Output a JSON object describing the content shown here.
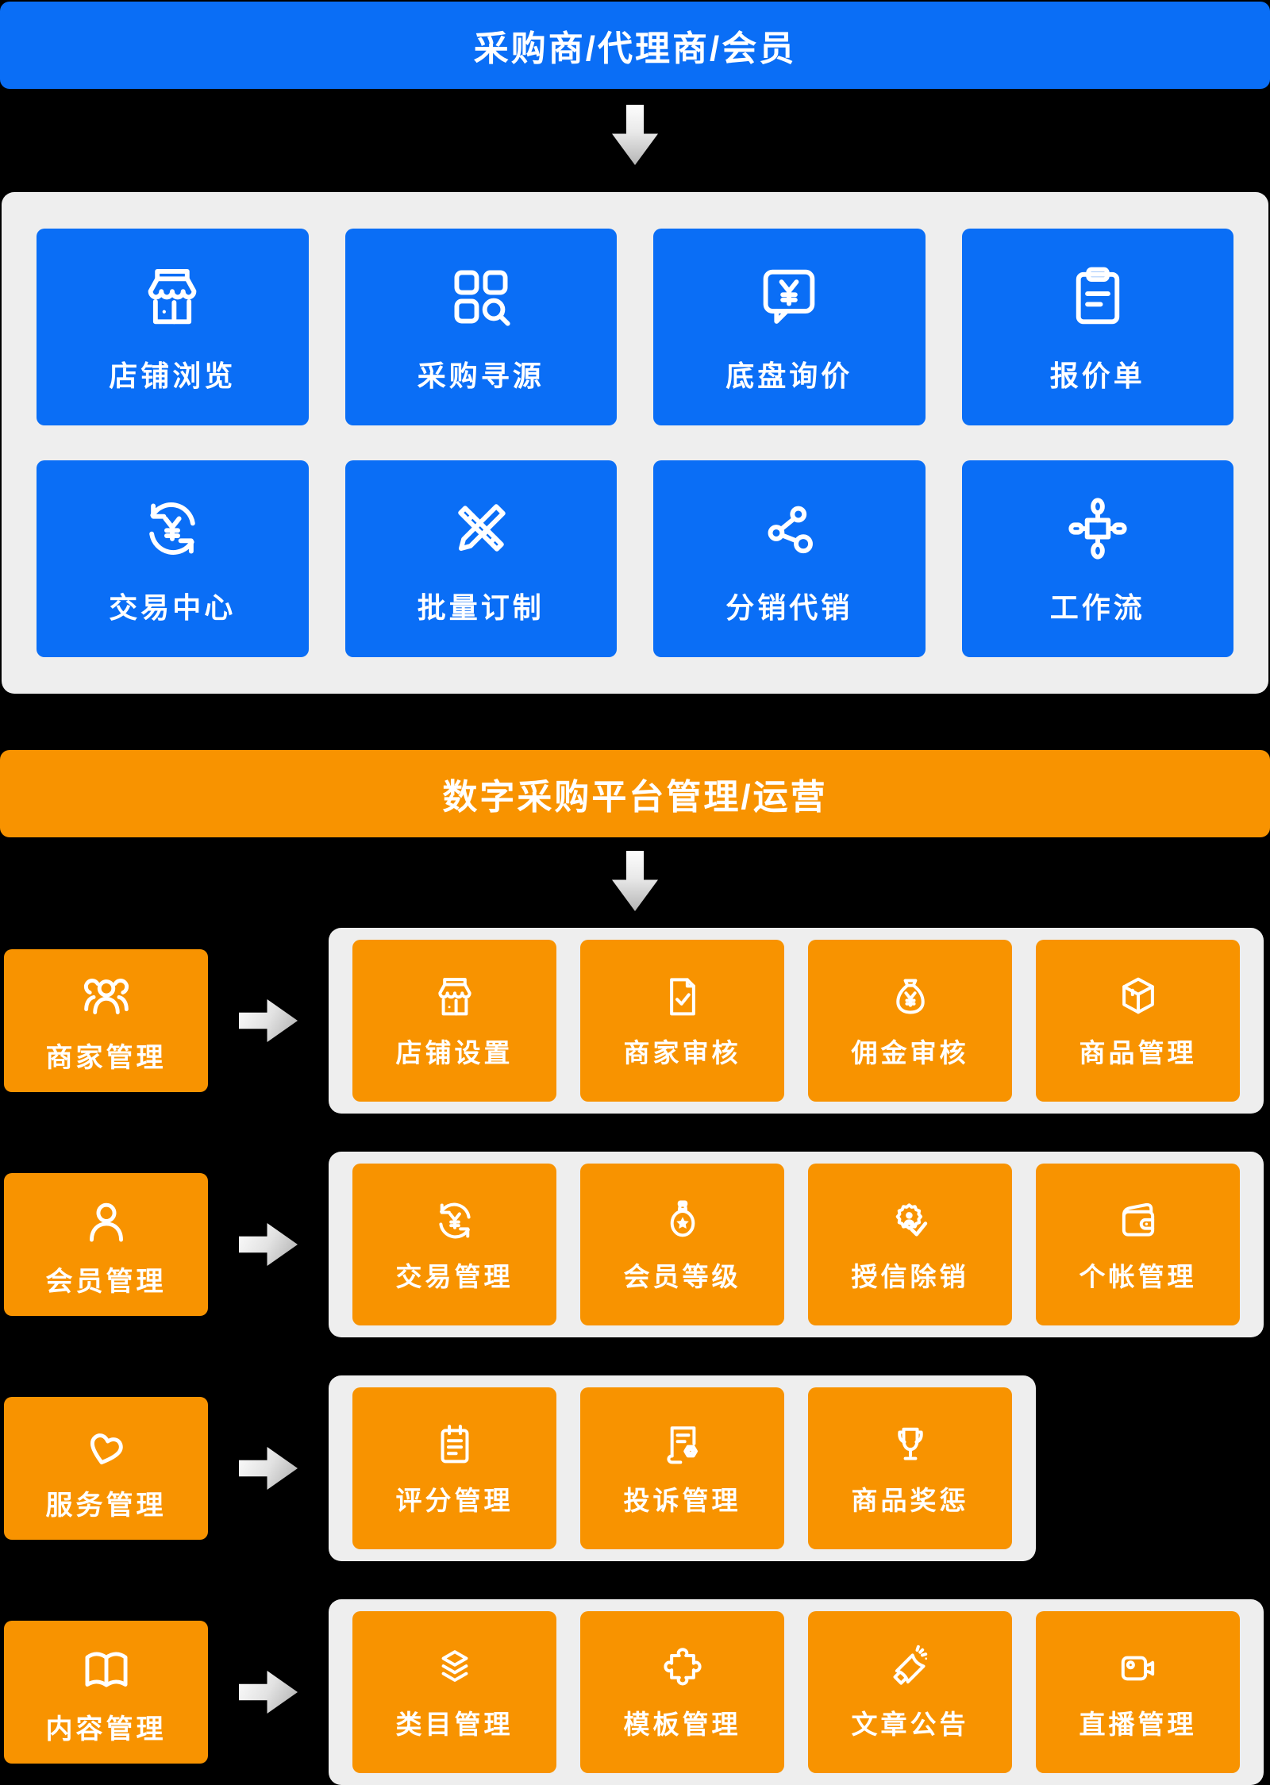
{
  "colors": {
    "background": "#000000",
    "blue": "#0a6ef6",
    "orange": "#f89300",
    "panel_gray": "#eeeeee",
    "arrow_gray": "#c9c9c9",
    "text_white": "#ffffff"
  },
  "buyer_header": {
    "label": "采购商/代理商/会员"
  },
  "buyer_panel": {
    "tiles": [
      {
        "label": "店铺浏览",
        "icon": "storefront"
      },
      {
        "label": "采购寻源",
        "icon": "sourcing-grid"
      },
      {
        "label": "底盘询价",
        "icon": "price-bubble"
      },
      {
        "label": "报价单",
        "icon": "clipboard"
      },
      {
        "label": "交易中心",
        "icon": "trade-refresh"
      },
      {
        "label": "批量订制",
        "icon": "pencil-ruler"
      },
      {
        "label": "分销代销",
        "icon": "share-nodes"
      },
      {
        "label": "工作流",
        "icon": "workflow"
      }
    ]
  },
  "platform_header": {
    "label": "数字采购平台管理/运营"
  },
  "platform_rows": [
    {
      "category": {
        "label": "商家管理",
        "icon": "people-group"
      },
      "tiles": [
        {
          "label": "店铺设置",
          "icon": "storefront"
        },
        {
          "label": "商家审核",
          "icon": "doc-check"
        },
        {
          "label": "佣金审核",
          "icon": "money-bag"
        },
        {
          "label": "商品管理",
          "icon": "box-3d"
        }
      ]
    },
    {
      "category": {
        "label": "会员管理",
        "icon": "person"
      },
      "tiles": [
        {
          "label": "交易管理",
          "icon": "trade-refresh"
        },
        {
          "label": "会员等级",
          "icon": "medal-star"
        },
        {
          "label": "授信除销",
          "icon": "badge-check"
        },
        {
          "label": "个帐管理",
          "icon": "wallet"
        }
      ]
    },
    {
      "category": {
        "label": "服务管理",
        "icon": "heart"
      },
      "tiles": [
        {
          "label": "评分管理",
          "icon": "notepad"
        },
        {
          "label": "投诉管理",
          "icon": "doc-gear"
        },
        {
          "label": "商品奖惩",
          "icon": "trophy"
        }
      ]
    },
    {
      "category": {
        "label": "内容管理",
        "icon": "open-book"
      },
      "tiles": [
        {
          "label": "类目管理",
          "icon": "layers"
        },
        {
          "label": "模板管理",
          "icon": "puzzle"
        },
        {
          "label": "文章公告",
          "icon": "megaphone"
        },
        {
          "label": "直播管理",
          "icon": "video-camera"
        }
      ]
    }
  ]
}
